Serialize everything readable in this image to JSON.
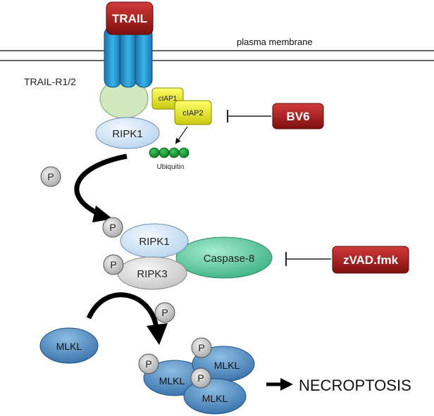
{
  "diagram": {
    "ligand": "TRAIL",
    "membrane_label": "plasma membrane",
    "receptor_label": "TRAIL-R1/2",
    "ciap1": "cIAP1",
    "ciap2": "cIAP2",
    "ripk1": "RIPK1",
    "ubiquitin": "Ubiquitin",
    "phospho": "P",
    "complex": {
      "ripk1": "RIPK1",
      "ripk3": "RIPK3",
      "caspase8": "Caspase-8"
    },
    "mlkl": "MLKL",
    "outcome": "NECROPTOSIS",
    "inhibitors": [
      {
        "name": "BV6",
        "target": "cIAP1/2"
      },
      {
        "name": "zVAD.fmk",
        "target": "Caspase-8"
      }
    ],
    "colors": {
      "ligand": "#a01818",
      "receptor": "#1a8fc8",
      "ciap": "#e8e82a",
      "ripk1": "#d4e6f7",
      "ripk3": "#dedede",
      "caspase": "#5cc9a0",
      "mlkl": "#3a77b4",
      "ubiquitin": "#1a9a3a",
      "inhibitor": "#9c1c1c"
    }
  }
}
